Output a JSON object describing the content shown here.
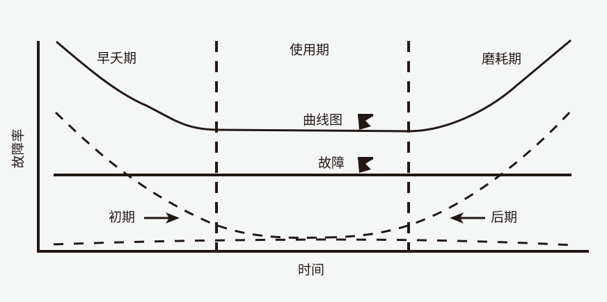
{
  "diagram": {
    "title": "",
    "type": "bathtub-curve",
    "axes": {
      "y_label": "故障率",
      "x_label": "时间"
    },
    "phases": [
      {
        "id": "early",
        "label": "早夭期"
      },
      {
        "id": "useful",
        "label": "使用期"
      },
      {
        "id": "wearout",
        "label": "磨耗期"
      }
    ],
    "annotations": {
      "curve": "曲线图",
      "failure": "故障",
      "early": "初期",
      "late": "后期"
    },
    "colors": {
      "background": "#f5f7f7",
      "ink": "#231815"
    }
  }
}
